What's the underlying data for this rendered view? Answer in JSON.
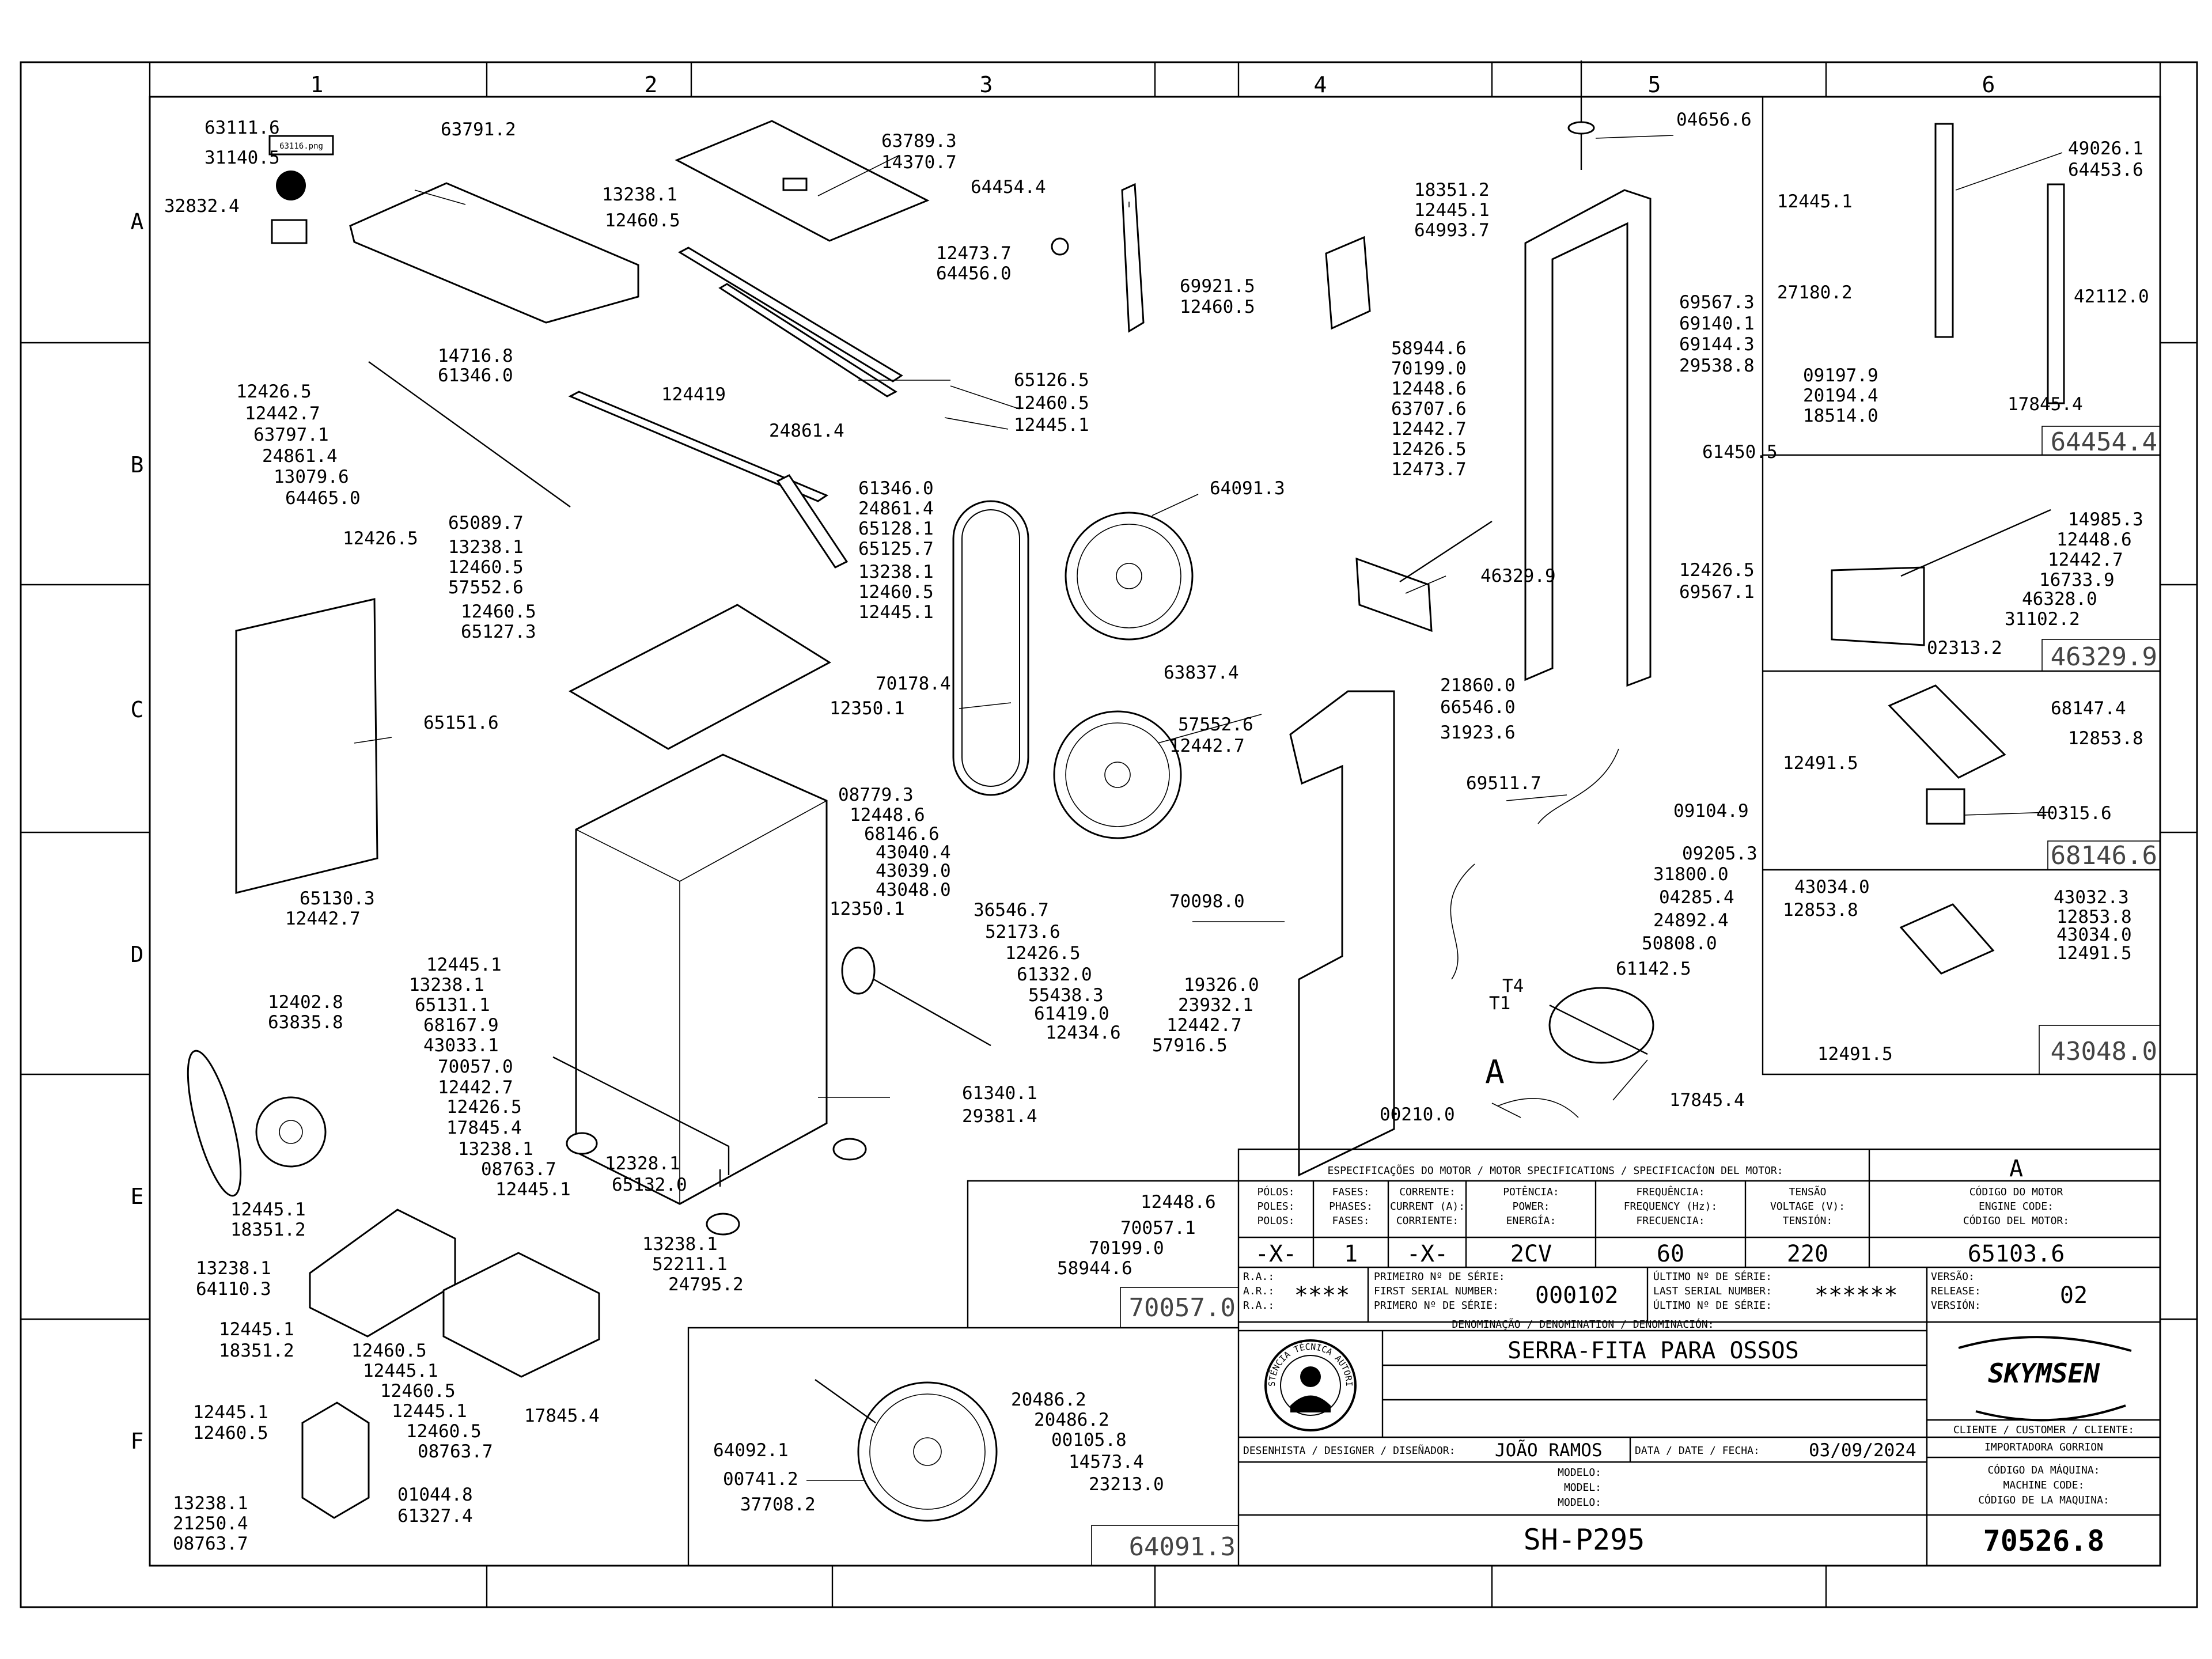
{
  "grid": {
    "columns": [
      "1",
      "2",
      "3",
      "4",
      "5",
      "6"
    ],
    "rows": [
      "A",
      "B",
      "C",
      "D",
      "E",
      "F"
    ]
  },
  "part_labels": {
    "p1": "63111.6",
    "p2": "31140.5",
    "p3": "32832.4",
    "p4": "63791.2",
    "p5": "63789.3",
    "p6": "14370.7",
    "p7": "13238.1",
    "p8": "12460.5",
    "p9": "64454.4",
    "p10": "12473.7",
    "p11": "64456.0",
    "p12": "18351.2",
    "p13": "12445.1",
    "p14": "64993.7",
    "p15": "69921.5",
    "p16": "12460.5",
    "p17": "04656.6",
    "p18": "49026.1",
    "p19": "64453.6",
    "p20": "12445.1",
    "p21": "27180.2",
    "p22": "42112.0",
    "p23": "09197.9",
    "p24": "20194.4",
    "p25": "18514.0",
    "p26": "17845.4",
    "p27": "14716.8",
    "p28": "61346.0",
    "p29": "124419",
    "p30": "12426.5",
    "p31": "12442.7",
    "p32": "63797.1",
    "p33": "24861.4",
    "p34": "13079.6",
    "p35": "64465.0",
    "p36": "24861.4",
    "p37": "65126.5",
    "p38": "12460.5",
    "p39": "12445.1",
    "p40": "69567.3",
    "p41": "69140.1",
    "p42": "69144.3",
    "p43": "29538.8",
    "p44": "58944.6",
    "p45": "70199.0",
    "p46": "12448.6",
    "p47": "63707.6",
    "p48": "12442.7",
    "p49": "12426.5",
    "p50": "12473.7",
    "p51": "61450.5",
    "p52": "61346.0",
    "p53": "24861.4",
    "p54": "65128.1",
    "p55": "65125.7",
    "p56": "65089.7",
    "p57": "13238.1",
    "p58": "12460.5",
    "p59": "57552.6",
    "p60": "13238.1",
    "p61": "12460.5",
    "p62": "12445.1",
    "p63": "12426.5",
    "p64": "64091.3",
    "p65": "46329.9",
    "p66": "12426.5",
    "p67": "69567.1",
    "p68": "14985.3",
    "p69": "12448.6",
    "p70": "12442.7",
    "p71": "16733.9",
    "p72": "46328.0",
    "p73": "31102.2",
    "p74": "02313.2",
    "p75": "12460.5",
    "p76": "65127.3",
    "p77": "70178.4",
    "p78": "12350.1",
    "p79": "63837.4",
    "p80": "57552.6",
    "p81": "12442.7",
    "p82": "21860.0",
    "p83": "66546.0",
    "p84": "31923.6",
    "p85": "65151.6",
    "p86": "68147.4",
    "p87": "12853.8",
    "p88": "12491.5",
    "p89": "40315.6",
    "p90": "69511.7",
    "p91": "09104.9",
    "p92": "08779.3",
    "p93": "12448.6",
    "p94": "68146.6",
    "p95": "43040.4",
    "p96": "43039.0",
    "p97": "43048.0",
    "p98": "12350.1",
    "p99": "09205.3",
    "p100": "31800.0",
    "p101": "04285.4",
    "p102": "24892.4",
    "p103": "50808.0",
    "p104": "65130.3",
    "p105": "12442.7",
    "p106": "36546.7",
    "p107": "52173.6",
    "p108": "12426.5",
    "p109": "61332.0",
    "p110": "55438.3",
    "p111": "61419.0",
    "p112": "12434.6",
    "p113": "70098.0",
    "p114": "61142.5",
    "p115": "43034.0",
    "p116": "12853.8",
    "p117": "43032.3",
    "p118": "12853.8",
    "p119": "43034.0",
    "p120": "12491.5",
    "p121": "12491.5",
    "p122": "12445.1",
    "p123": "13238.1",
    "p124": "65131.1",
    "p125": "68167.9",
    "p126": "43033.1",
    "p127": "70057.0",
    "p128": "12442.7",
    "p129": "12426.5",
    "p130": "19326.0",
    "p131": "23932.1",
    "p132": "12442.7",
    "p133": "57916.5",
    "p134": "12402.8",
    "p135": "63835.8",
    "p136": "61340.1",
    "p137": "29381.4",
    "p138": "17845.4",
    "p139": "00210.0",
    "p140": "17845.4",
    "p141": "13238.1",
    "p142": "08763.7",
    "p143": "12445.1",
    "p144": "12328.1",
    "p145": "65132.0",
    "p146": "12445.1",
    "p147": "18351.2",
    "p148": "13238.1",
    "p149": "64110.3",
    "p150": "13238.1",
    "p151": "52211.1",
    "p152": "24795.2",
    "p153": "12445.1",
    "p154": "18351.2",
    "p155": "12460.5",
    "p156": "12445.1",
    "p157": "12460.5",
    "p158": "12445.1",
    "p159": "12460.5",
    "p160": "08763.7",
    "p161": "17845.4",
    "p162": "12448.6",
    "p163": "70057.1",
    "p164": "70199.0",
    "p165": "58944.6",
    "p166": "20486.2",
    "p167": "20486.2",
    "p168": "00105.8",
    "p169": "14573.4",
    "p170": "23213.0",
    "p171": "64092.1",
    "p172": "00741.2",
    "p173": "37708.2",
    "p174": "12445.1",
    "p175": "12460.5",
    "p176": "13238.1",
    "p177": "21250.4",
    "p178": "08763.7",
    "p179": "01044.8",
    "p180": "61327.4",
    "t4": "T4",
    "t1": "T1",
    "motor_a": "A"
  },
  "sticker_text": "63116.png",
  "detail_refs": {
    "r1": "64454.4",
    "r2": "46329.9",
    "r3": "68146.6",
    "r4": "43048.0",
    "r5": "70057.0",
    "r6": "64091.3"
  },
  "title_block": {
    "motor_spec_header": "ESPECIFICAÇÕES DO MOTOR / MOTOR SPECIFICATIONS / SPECIFICACÍON DEL MOTOR:",
    "spec_col_poles": [
      "PÓLOS:",
      "POLES:",
      "POLOS:"
    ],
    "spec_col_phases": [
      "FASES:",
      "PHASES:",
      "FASES:"
    ],
    "spec_col_current": [
      "CORRENTE:",
      "CURRENT (A):",
      "CORRIENTE:"
    ],
    "spec_col_power": [
      "POTÊNCIA:",
      "POWER:",
      "ENERGÍA:"
    ],
    "spec_col_freq": [
      "FREQUÊNCIA:",
      "FREQUENCY (Hz):",
      "FRECUENCIA:"
    ],
    "spec_col_voltage": [
      "TENSÃO",
      "VOLTAGE (V):",
      "TENSIÓN:"
    ],
    "motor_code_header": [
      "CÓDIGO DO MOTOR",
      "ENGINE CODE:",
      "CÓDIGO DEL MOTOR:"
    ],
    "revision_letter": "A",
    "poles_value": "-X-",
    "phases_value": "1",
    "current_value": "-X-",
    "power_value": "2CV",
    "freq_value": "60",
    "voltage_value": "220",
    "motor_code_value": "65103.6",
    "ra_labels": [
      "R.A.:",
      "A.R.:",
      "R.A.:"
    ],
    "ra_value": "****",
    "first_serial_labels": [
      "PRIMEIRO Nº DE SÉRIE:",
      "FIRST SERIAL NUMBER:",
      "PRIMERO Nº DE SÉRIE:"
    ],
    "first_serial_value": "000102",
    "last_serial_labels": [
      "ÚLTIMO Nº DE SÉRIE:",
      "LAST SERIAL NUMBER:",
      "ÚLTIMO Nº DE SÉRIE:"
    ],
    "last_serial_value": "******",
    "version_labels": [
      "VERSÃO:",
      "RELEASE:",
      "VERSIÓN:"
    ],
    "version_value": "02",
    "denomination_header": "DENOMINAÇÃO / DENOMINATION / DENOMINACIÓN:",
    "denomination_value": "SERRA-FITA PARA OSSOS",
    "seal_text": "ASSISTÊNCIA TÉCNICA AUTORIZADA",
    "brand": "SKYMSEN",
    "customer_header": "CLIENTE / CUSTOMER / CLIENTE:",
    "customer_value": "IMPORTADORA GORRION",
    "designer_label": "DESENHISTA / DESIGNER / DISEÑADOR:",
    "designer_value": "JOÃO RAMOS",
    "date_label": "DATA / DATE / FECHA:",
    "date_value": "03/09/2024",
    "model_labels": [
      "MODELO:",
      "MODEL:",
      "MODELO:"
    ],
    "model_value": "SH-P295",
    "machine_code_labels": [
      "CÓDIGO DA MÁQUINA:",
      "MACHINE CODE:",
      "CÓDIGO DE LA MAQUINA:"
    ],
    "machine_code_value": "70526.8"
  }
}
